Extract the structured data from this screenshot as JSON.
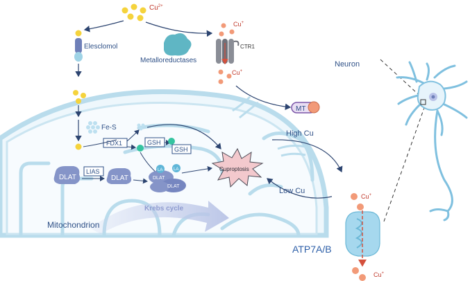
{
  "labels": {
    "cu2": "Cu",
    "cu2_sup": "2+",
    "cu_plus_top": "Cu",
    "cu_plus_mid": "Cu",
    "cu_plus_atp_top": "Cu",
    "cu_plus_atp_bottom": "Cu",
    "cu_plus_sup": "+",
    "elesclomol": "Elesclomol",
    "metalloreductases": "Metalloreductases",
    "ctr1": "CTR1",
    "mt": "MT",
    "fes": "Fe-S",
    "fdx1": "FDX1",
    "gsh_left": "GSH",
    "gsh_right": "GSH",
    "lias": "LIAS",
    "dlat_1": "DLAT",
    "dlat_2": "DLAT",
    "dlat_3a": "DLAT",
    "dlat_3b": "DLAT",
    "la_1": "LA",
    "la_2": "LA",
    "cuproptosis": "Cuproptosis",
    "high_cu": "High Cu",
    "low_cu": "Low Cu",
    "krebs": "Krebs cycle",
    "mitochondrion": "Mitochondrion",
    "neuron": "Neuron",
    "atp7ab": "ATP7A/B"
  },
  "colors": {
    "copper_yellow": "#f5d33c",
    "copper_orange": "#f29a78",
    "membrane": "#b9dcec",
    "membrane_fill": "#e9f5fb",
    "protein": "#8594c8",
    "text_blue": "#2d4f86",
    "arrow": "#2c4470",
    "red_text": "#c0392b",
    "cuproptosis_fill": "#f3c9cd",
    "neuron_fill": "#e7f4fb"
  }
}
